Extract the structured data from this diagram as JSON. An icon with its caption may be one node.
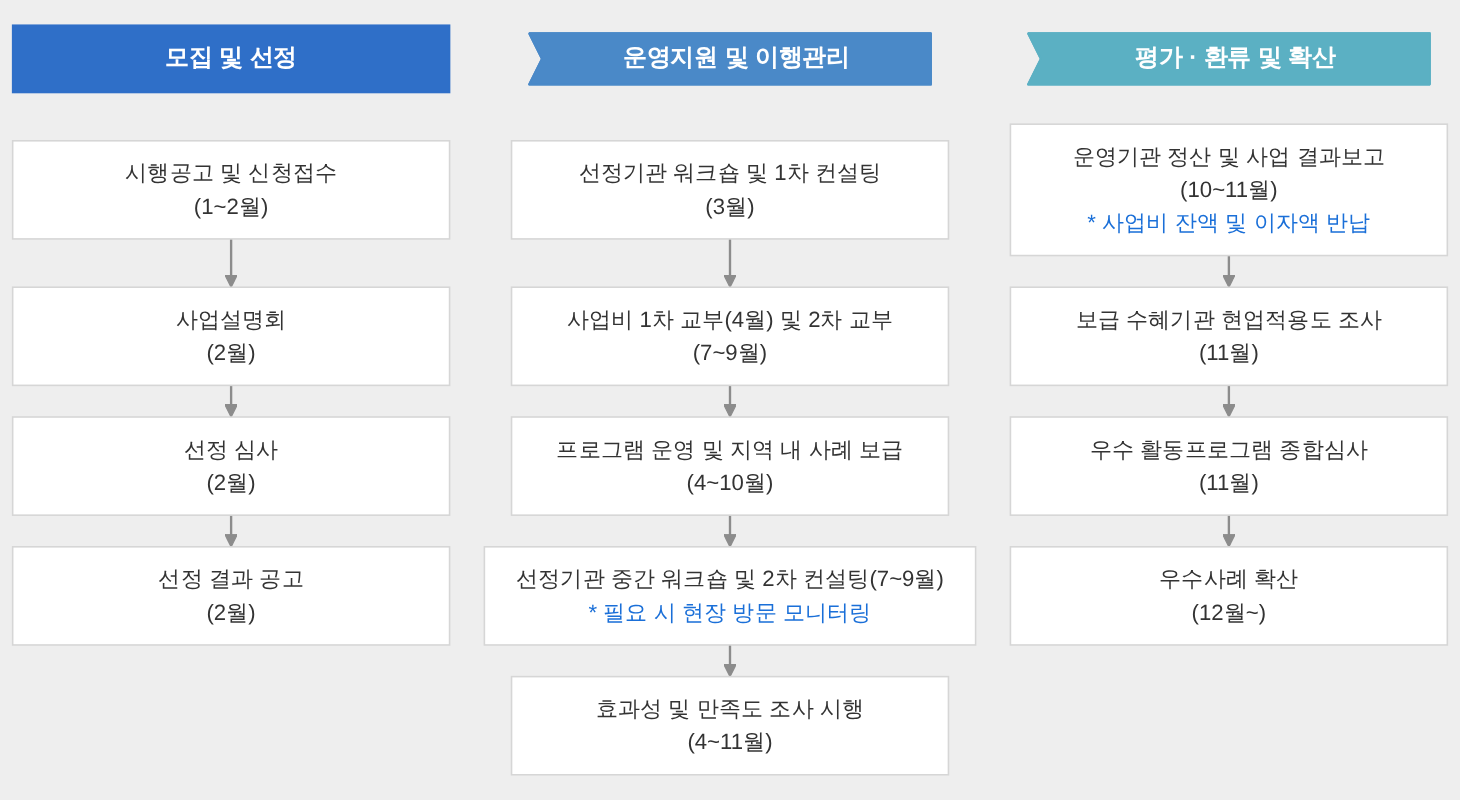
{
  "diagram": {
    "nodes": [
      {
        "text": [
          "모집 및 선정"
        ]
      },
      {
        "text": [
          "시행공고 및 신청접수",
          "(1~2월)"
        ]
      },
      {
        "text": [
          "사업설명회",
          "(2월)"
        ]
      },
      {
        "text": [
          "선정 심사",
          "(2월)"
        ]
      },
      {
        "text": [
          "선정 결과 공고",
          "(2월)"
        ]
      },
      {
        "text": [
          "운영지원 및 이행관리"
        ]
      },
      {
        "text": [
          "선정기관 워크숍 및 1차 컨설팅",
          "(3월)"
        ]
      },
      {
        "text": [
          "사업비 1차 교부(4월) 및 2차 교부",
          "(7~9월)"
        ]
      },
      {
        "text": [
          "프로그램 운영 및 지역 내 사례 보급",
          "(4~10월)"
        ]
      },
      {
        "text": [
          "선정기관 중간 워크숍 및 2차 컨설팅(7~9월)",
          "* 필요 시 현장 방문 모니터링"
        ]
      },
      {
        "text": [
          "효과성 및 만족도 조사 시행",
          "(4~11월)"
        ]
      },
      {
        "text": [
          "평가 · 환류 및 확산"
        ]
      },
      {
        "text": [
          "운영기관 정산 및 사업 결과보고",
          "(10~11월)",
          "* 사업비 잔액 및 이자액 반납"
        ]
      },
      {
        "text": [
          "보급 수혜기관 현업적용도 조사",
          "(11월)"
        ]
      },
      {
        "text": [
          "우수 활동프로그램 종합심사",
          "(11월)"
        ]
      },
      {
        "text": [
          "우수사례 확산",
          "(12월~)"
        ]
      }
    ],
    "edges": [
      {
        "from": 1,
        "to": 2,
        "arrow": "to"
      },
      {
        "from": 2,
        "to": 3,
        "arrow": "to"
      },
      {
        "from": 3,
        "to": 4,
        "arrow": "to"
      },
      {
        "from": 6,
        "to": 7,
        "arrow": "to"
      },
      {
        "from": 7,
        "to": 8,
        "arrow": "to"
      },
      {
        "from": 8,
        "to": 9,
        "arrow": "to"
      },
      {
        "from": 9,
        "to": 10,
        "arrow": "to"
      },
      {
        "from": 12,
        "to": 13,
        "arrow": "to"
      },
      {
        "from": 13,
        "to": 14,
        "arrow": "to"
      },
      {
        "from": 14,
        "to": 15,
        "arrow": "to"
      }
    ]
  }
}
